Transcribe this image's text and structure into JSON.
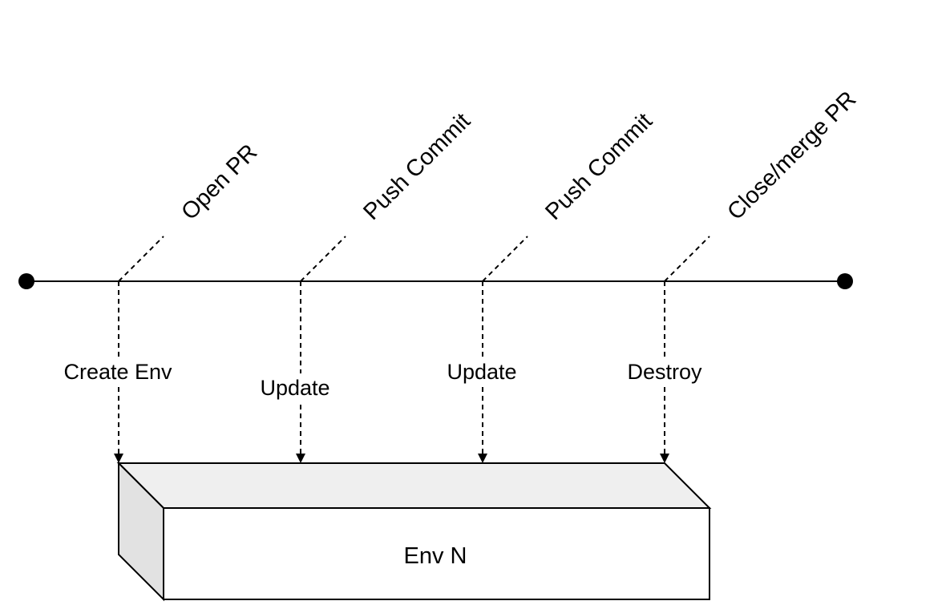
{
  "events": [
    {
      "label": "Open PR",
      "action": "Create Env"
    },
    {
      "label": "Push Commit",
      "action": "Update"
    },
    {
      "label": "Push Commit",
      "action": "Update"
    },
    {
      "label": "Close/merge PR",
      "action": "Destroy"
    }
  ],
  "environment": {
    "label": "Env N"
  },
  "colors": {
    "stroke": "#000000",
    "box_top": "#efefef",
    "box_side": "#e2e2e2",
    "box_front": "#ffffff"
  }
}
